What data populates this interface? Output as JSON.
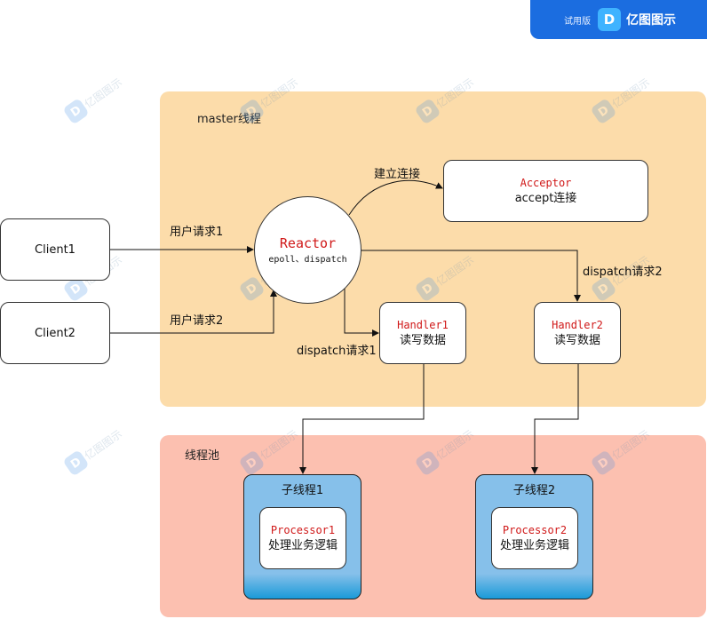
{
  "brand": {
    "trial_label": "试用版",
    "logo_icon": "yitu-logo-icon",
    "name": "亿图图示"
  },
  "watermark": {
    "text": "亿图图示"
  },
  "regions": {
    "master": {
      "label": "master线程",
      "color": "#fcdcaa"
    },
    "pool": {
      "label": "线程池",
      "color": "#fcc0b0"
    }
  },
  "clients": [
    {
      "label": "Client1"
    },
    {
      "label": "Client2"
    }
  ],
  "reactor": {
    "title": "Reactor",
    "subtitle": "epoll、dispatch"
  },
  "acceptor": {
    "title": "Acceptor",
    "subtitle": "accept连接"
  },
  "handlers": [
    {
      "title": "Handler1",
      "subtitle": "读写数据"
    },
    {
      "title": "Handler2",
      "subtitle": "读写数据"
    }
  ],
  "threads": [
    {
      "title": "子线程1",
      "proc_title": "Processor1",
      "proc_subtitle": "处理业务逻辑"
    },
    {
      "title": "子线程2",
      "proc_title": "Processor2",
      "proc_subtitle": "处理业务逻辑"
    }
  ],
  "edges": {
    "request1": "用户请求1",
    "request2": "用户请求2",
    "connect": "建立连接",
    "dispatch1": "dispatch请求1",
    "dispatch2": "dispatch请求2"
  }
}
